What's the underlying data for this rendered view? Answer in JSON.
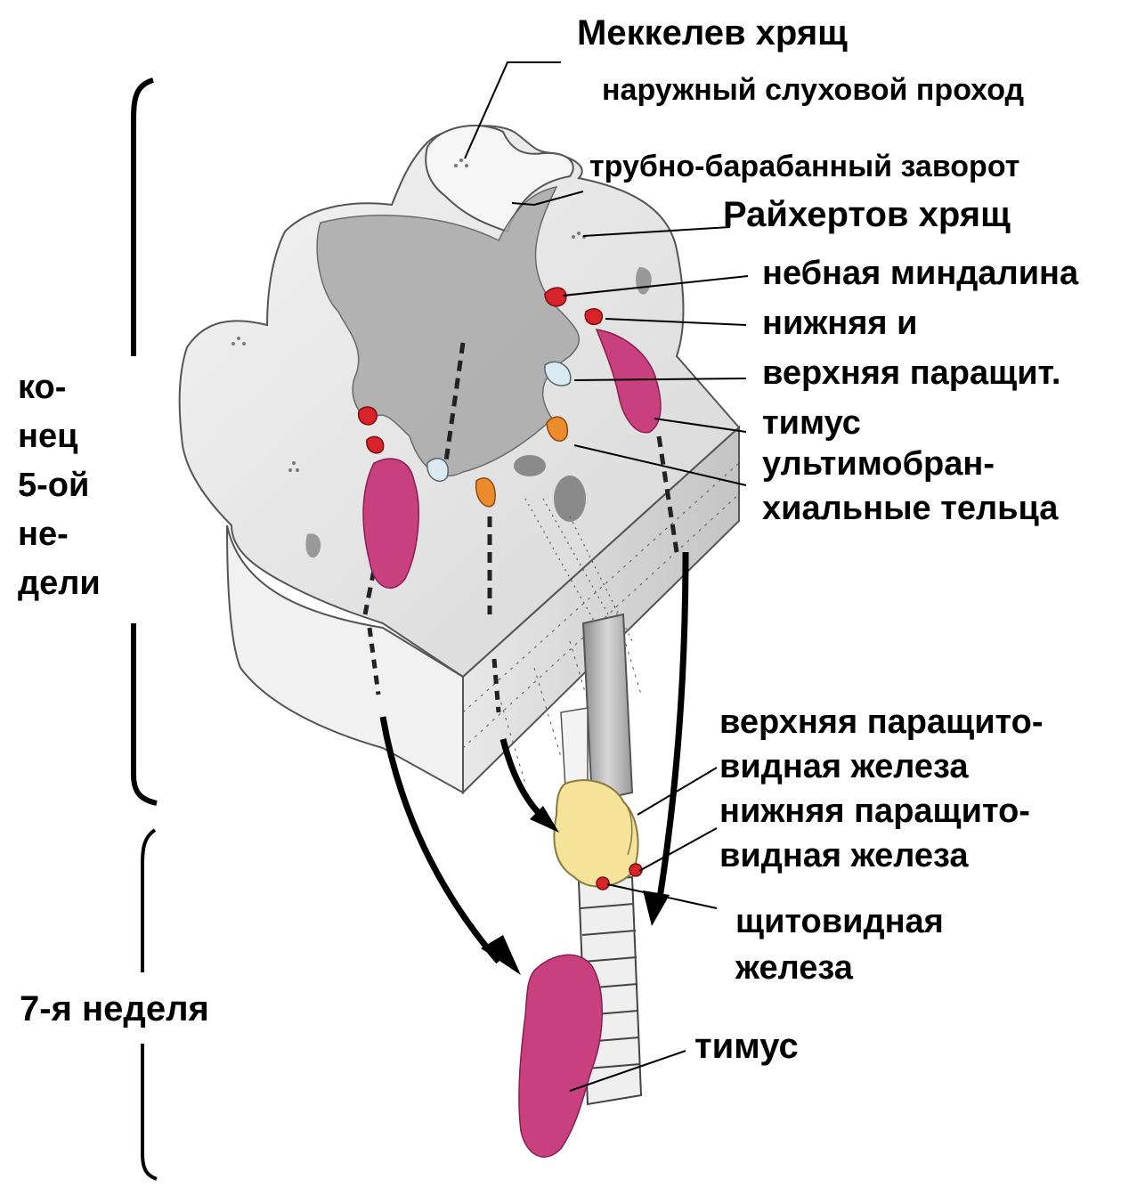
{
  "labels": {
    "meckel": "Меккелев хрящ",
    "ear_canal": "наружный слуховой проход",
    "tubotympanic": "трубно-барабанный заворот",
    "reichert": "Райхертов хрящ",
    "palatine_tonsil": "небная миндалина",
    "lower_and": "нижняя и",
    "upper_parathyroid_short": "верхняя паращит.",
    "thymus_top": "тимус",
    "ultimobranchial_1": "ультимобран-",
    "ultimobranchial_2": "хиальные тельца",
    "upper_parathyroid_1": "верхняя паращито-",
    "upper_parathyroid_2": "видная железа",
    "lower_parathyroid_1": "нижняя паращито-",
    "lower_parathyroid_2": "видная железа",
    "thyroid_1": "щитовидная",
    "thyroid_2": "железа",
    "thymus_bottom": "тимус"
  },
  "stage_labels": {
    "week5": [
      "ко-",
      "нец",
      "5-ой",
      "не-",
      "дели"
    ],
    "week7": "7-я неделя"
  },
  "colors": {
    "thymus": "#c8407e",
    "parathyroid_red": "#d8232a",
    "parathyroid_orange": "#ec8c2c",
    "ultimobranchial_lightblue": "#dbe9f3",
    "thyroid_yellow": "#f5e39a",
    "pharynx_gray": "#a9a9a9"
  }
}
